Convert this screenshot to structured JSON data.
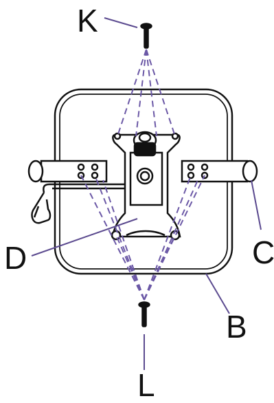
{
  "labels": {
    "k": "K",
    "d": "D",
    "c": "C",
    "b": "B",
    "l": "L"
  },
  "colors": {
    "outline": "#111111",
    "leader": "#5b4a8f",
    "dash": "#6b58a6"
  }
}
